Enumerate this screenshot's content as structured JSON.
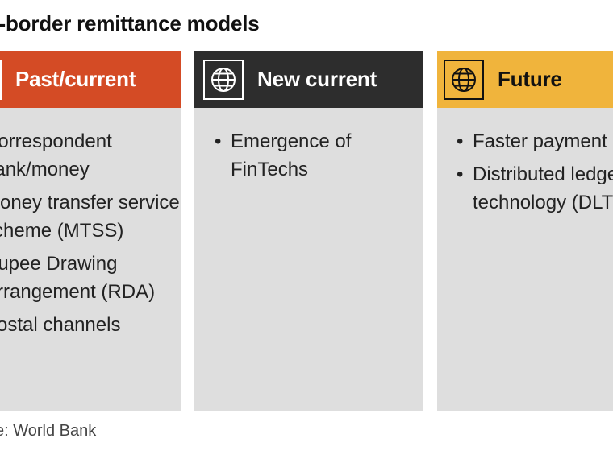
{
  "title": "ss-border remittance models",
  "colors": {
    "past_header": "#d44b25",
    "new_header": "#2d2d2d",
    "future_header": "#f0b43c",
    "column_bg": "#dedede"
  },
  "columns": [
    {
      "label": "Past/current",
      "icon": "globe-icon",
      "items": [
        "Correspondent bank/money",
        "Money transfer service scheme (MTSS)",
        "Rupee Drawing Arrangement (RDA)",
        "Postal channels"
      ]
    },
    {
      "label": "New current",
      "icon": "globe-icon",
      "items": [
        "Emergence of FinTechs"
      ]
    },
    {
      "label": "Future",
      "icon": "globe-icon",
      "items": [
        "Faster payment rails",
        "Distributed ledger technology (DLT)"
      ]
    }
  ],
  "source": "e: World Bank"
}
